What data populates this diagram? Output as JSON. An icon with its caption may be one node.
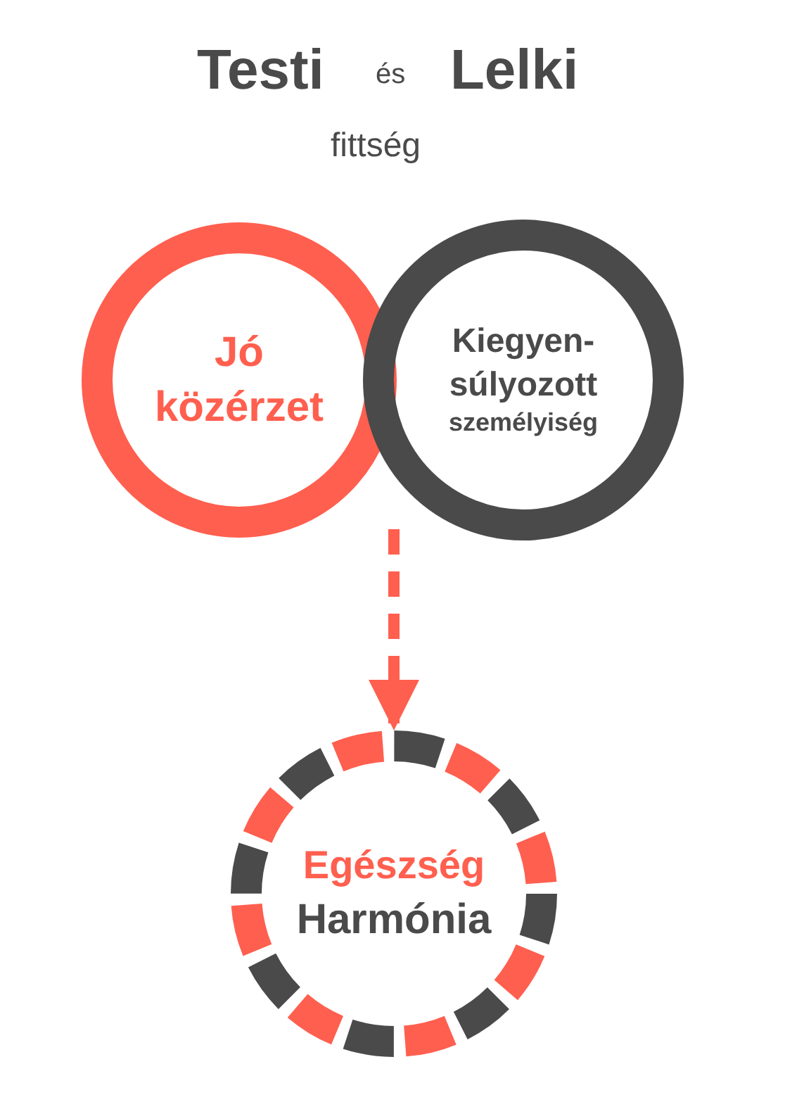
{
  "diagram": {
    "nodes": [
      {
        "text": [
          "Jó közérzet"
        ]
      },
      {
        "text": [
          "Kiegyen- súlyozott",
          "személyiség"
        ]
      },
      {
        "text": [
          "Egészség",
          "Harmónia"
        ]
      }
    ],
    "edges": [
      {
        "from": null,
        "to": 2,
        "arrow": "to",
        "style": "dashed",
        "color": "#ff5f4f"
      }
    ],
    "labels": [
      "Testi",
      "és",
      "Lelki",
      "fittség"
    ]
  }
}
